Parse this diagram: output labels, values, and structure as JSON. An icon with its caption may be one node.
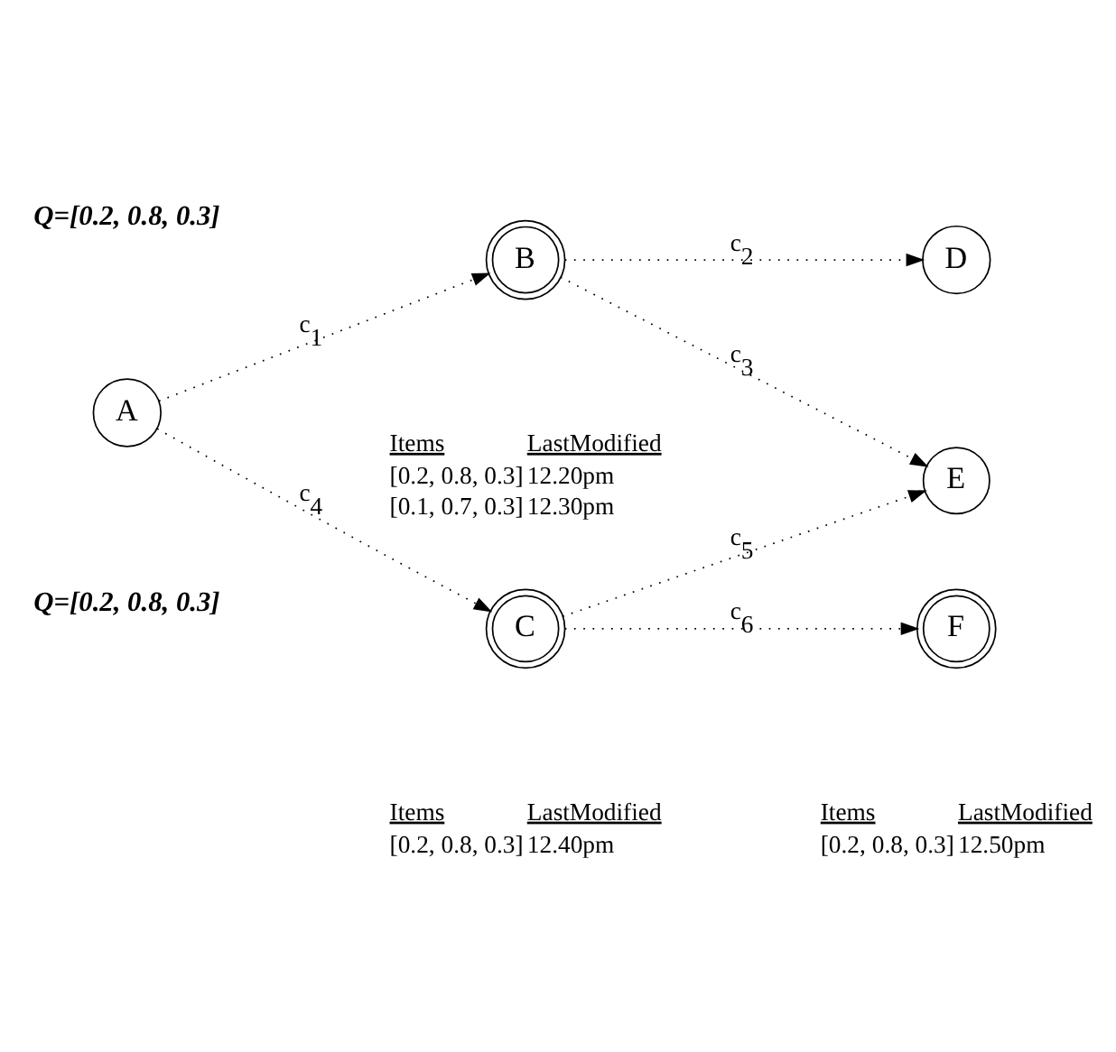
{
  "diagram": {
    "nodes": [
      {
        "text": [
          "A"
        ]
      },
      {
        "text": [
          "B"
        ],
        "beside": [
          "Items",
          "LastModified",
          "[0.2, 0.8, 0.3]",
          "12.20pm",
          "[0.1, 0.7, 0.3]",
          "12.30pm"
        ]
      },
      {
        "text": [
          "C"
        ],
        "beside": [
          "Items",
          "LastModified",
          "[0.2, 0.8, 0.3]",
          "12.40pm"
        ]
      },
      {
        "text": [
          "D"
        ]
      },
      {
        "text": [
          "E"
        ]
      },
      {
        "text": [
          "F"
        ],
        "beside": [
          "Items",
          "LastModified",
          "[0.2, 0.8, 0.3]",
          "12.50pm"
        ]
      }
    ],
    "edges": [
      {
        "from": 0,
        "to": 1,
        "arrow": "to",
        "label": "c$_{1}$"
      },
      {
        "from": 1,
        "to": 3,
        "arrow": "to",
        "label": "c$_{2}$"
      },
      {
        "from": 1,
        "to": 4,
        "arrow": "to",
        "label": "c$_{3}$"
      },
      {
        "from": 0,
        "to": 2,
        "arrow": "to",
        "label": "c$_{4}$"
      },
      {
        "from": 2,
        "to": 4,
        "arrow": "to",
        "label": "c$_{5}$"
      },
      {
        "from": 2,
        "to": 5,
        "arrow": "to",
        "label": "c$_{6}$"
      }
    ],
    "labels": [
      "Q=[0.2, 0.8, 0.3]",
      "Q=[0.2, 0.8, 0.3]"
    ]
  }
}
